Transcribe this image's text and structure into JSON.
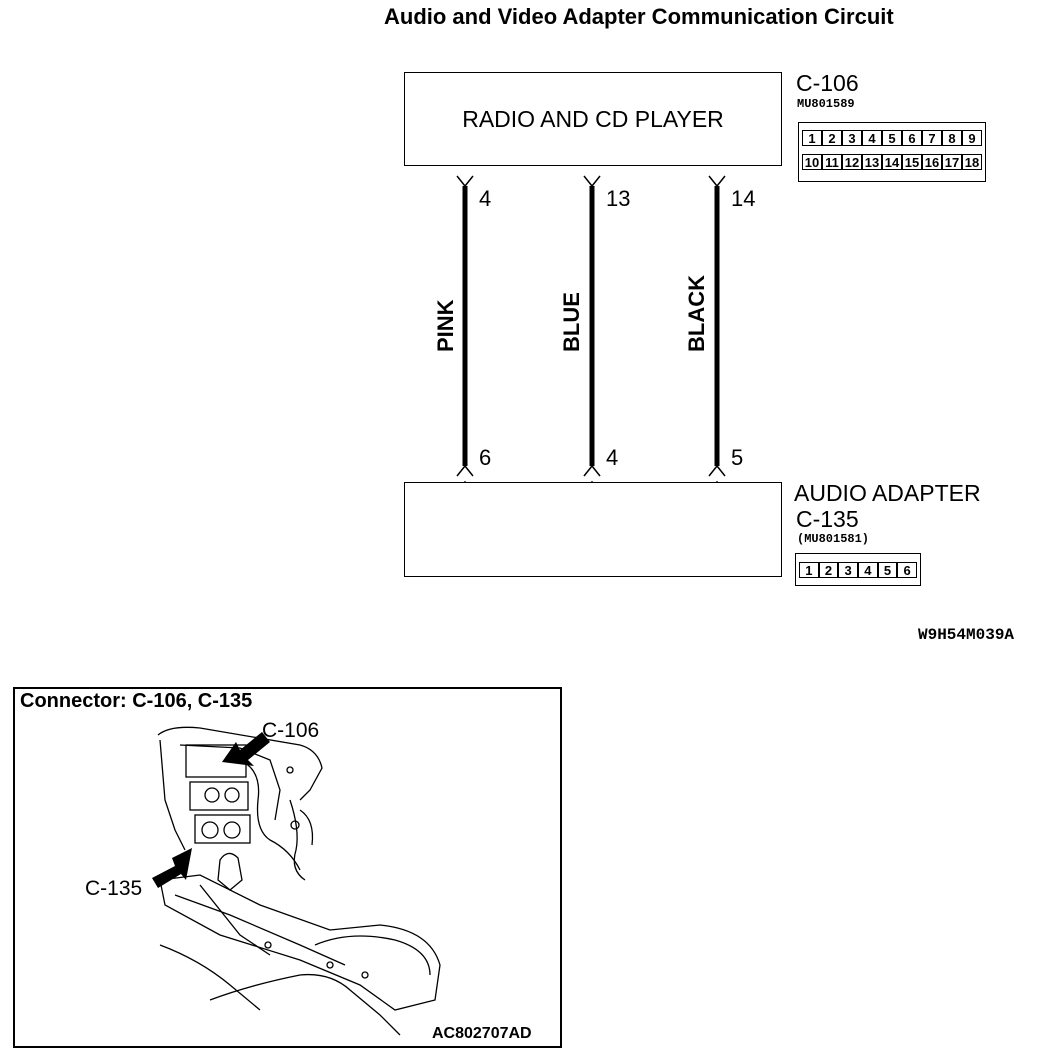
{
  "title": "Audio and Video Adapter Communication Circuit",
  "radio": {
    "label": "RADIO AND CD PLAYER",
    "connector_id": "C-106",
    "part_no": "MU801589",
    "pins_row1": [
      "1",
      "2",
      "3",
      "4",
      "5",
      "6",
      "7",
      "8",
      "9"
    ],
    "pins_row2": [
      "10",
      "11",
      "12",
      "13",
      "14",
      "15",
      "16",
      "17",
      "18"
    ]
  },
  "adapter": {
    "label": "AUDIO ADAPTER",
    "connector_id": "C-135",
    "part_no": "(MU801581)",
    "pins": [
      "1",
      "2",
      "3",
      "4",
      "5",
      "6"
    ]
  },
  "wires": [
    {
      "color_name": "PINK",
      "top_pin": "4",
      "bottom_pin": "6"
    },
    {
      "color_name": "BLUE",
      "top_pin": "13",
      "bottom_pin": "4"
    },
    {
      "color_name": "BLACK",
      "top_pin": "14",
      "bottom_pin": "5"
    }
  ],
  "diagram_code": "W9H54M039A",
  "location": {
    "title": "Connector: C-106, C-135",
    "callout_c106": "C-106",
    "callout_c135": "C-135",
    "figure_code": "AC802707AD"
  }
}
